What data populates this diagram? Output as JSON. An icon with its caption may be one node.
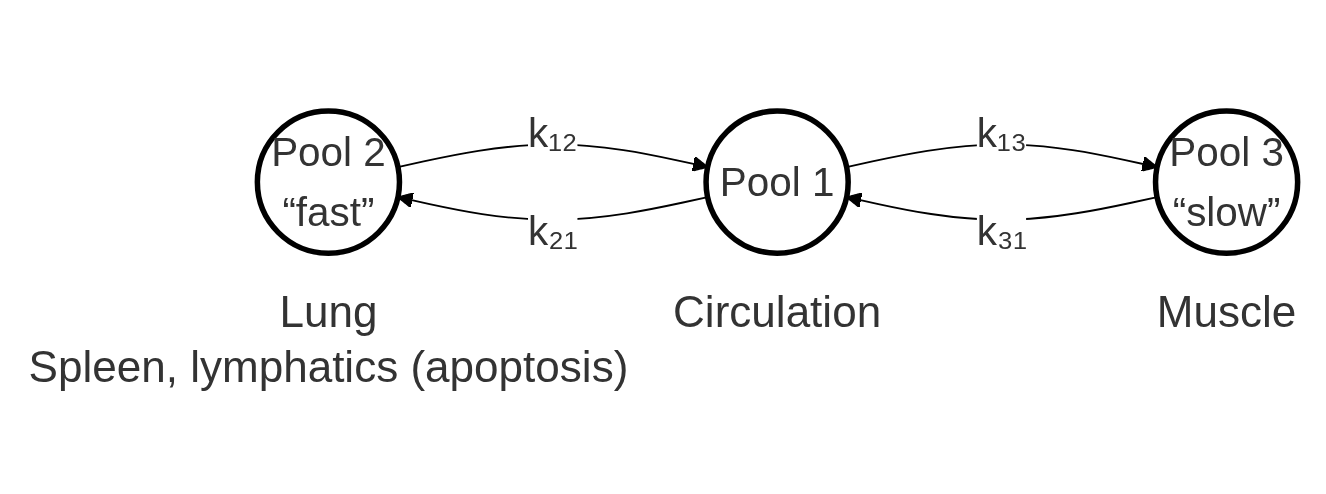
{
  "diagram": {
    "nodes": [
      {
        "text": [
          "Pool 2",
          "“fast”"
        ],
        "beside": [
          "Lung",
          "Spleen, lymphatics (apoptosis)"
        ]
      },
      {
        "text": [
          "Pool 1"
        ],
        "beside": [
          "Circulation"
        ]
      },
      {
        "text": [
          "Pool 3",
          "“slow”"
        ],
        "beside": [
          "Muscle"
        ]
      }
    ],
    "edges": [
      {
        "from": 0,
        "to": 1,
        "arrow": "to",
        "label": "k₁₂"
      },
      {
        "from": 1,
        "to": 0,
        "arrow": "to",
        "label": "k₂₁"
      },
      {
        "from": 1,
        "to": 2,
        "arrow": "to",
        "label": "k₁₃"
      },
      {
        "from": 2,
        "to": 1,
        "arrow": "to",
        "label": "k₃₁"
      }
    ]
  }
}
